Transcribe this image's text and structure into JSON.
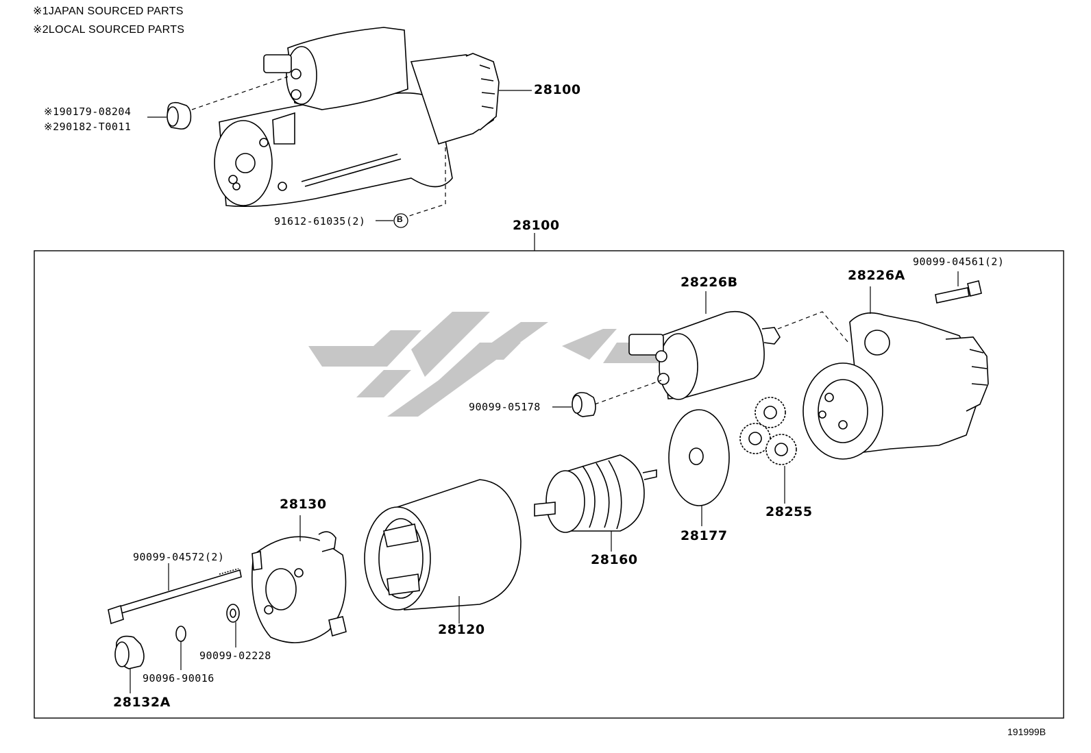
{
  "notes": [
    {
      "mark": "※1",
      "text": "JAPAN SOURCED PARTS"
    },
    {
      "mark": "※2",
      "text": "LOCAL SOURCED PARTS"
    }
  ],
  "assembly": {
    "part_number": "28100",
    "cap_alt_japan": {
      "mark": "※1",
      "number": "90179-08204"
    },
    "cap_alt_local": {
      "mark": "※2",
      "number": "90182-T0011"
    },
    "bolt": {
      "number": "91612-61035",
      "qty": "(2)",
      "ref": "B"
    }
  },
  "exploded": {
    "group_label": "28100",
    "parts": [
      {
        "id": "28226B",
        "label": "28226B"
      },
      {
        "id": "28226A",
        "label": "28226A"
      },
      {
        "id": "90099-04561",
        "label": "90099-04561(2)"
      },
      {
        "id": "90099-05178",
        "label": "90099-05178"
      },
      {
        "id": "28255",
        "label": "28255"
      },
      {
        "id": "28177",
        "label": "28177"
      },
      {
        "id": "28160",
        "label": "28160"
      },
      {
        "id": "28130",
        "label": "28130"
      },
      {
        "id": "28120",
        "label": "28120"
      },
      {
        "id": "90099-04572",
        "label": "90099-04572(2)"
      },
      {
        "id": "90099-02228",
        "label": "90099-02228"
      },
      {
        "id": "90096-90016",
        "label": "90096-90016"
      },
      {
        "id": "28132A",
        "label": "28132A"
      }
    ]
  },
  "diagram_code": "191999B",
  "colors": {
    "line": "#000000",
    "watermark": "#c8c8c8",
    "background": "#ffffff"
  }
}
